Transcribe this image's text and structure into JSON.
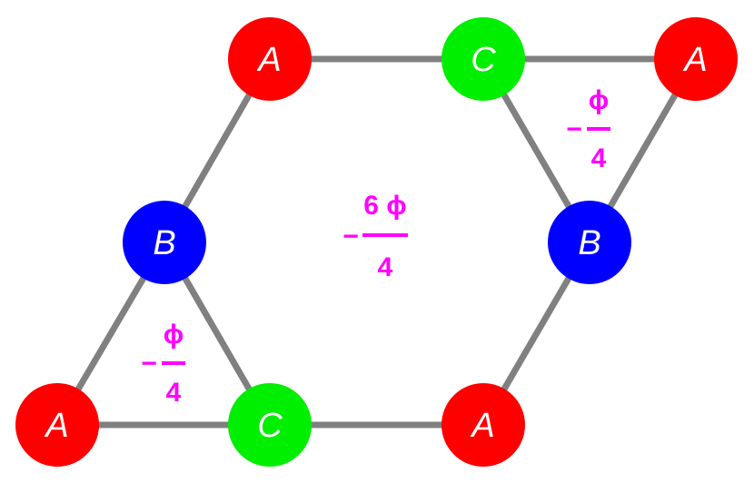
{
  "colors": {
    "A": "#ff0000",
    "B": "#0000ff",
    "C": "#00ee00",
    "edge": "#808080",
    "flux": "#ff00ff"
  },
  "nodes": [
    {
      "id": "A1",
      "label": "A",
      "type": "A"
    },
    {
      "id": "C1",
      "label": "C",
      "type": "C"
    },
    {
      "id": "A2",
      "label": "A",
      "type": "A"
    },
    {
      "id": "B1",
      "label": "B",
      "type": "B"
    },
    {
      "id": "B2",
      "label": "B",
      "type": "B"
    },
    {
      "id": "A3",
      "label": "A",
      "type": "A"
    },
    {
      "id": "C2",
      "label": "C",
      "type": "C"
    },
    {
      "id": "A4",
      "label": "A",
      "type": "A"
    }
  ],
  "edges": [
    [
      "A1",
      "C1"
    ],
    [
      "C1",
      "A2"
    ],
    [
      "A1",
      "B1"
    ],
    [
      "C1",
      "B2"
    ],
    [
      "A2",
      "B2"
    ],
    [
      "B1",
      "A3"
    ],
    [
      "B1",
      "C2"
    ],
    [
      "A3",
      "C2"
    ],
    [
      "C2",
      "A4"
    ],
    [
      "B2",
      "A4"
    ]
  ],
  "fluxes": {
    "hexagon": {
      "sign": "−",
      "numerator": "6 ϕ",
      "denominator": "4"
    },
    "triangle_right": {
      "sign": "−",
      "numerator": "ϕ",
      "denominator": "4"
    },
    "triangle_left": {
      "sign": "−",
      "numerator": "ϕ",
      "denominator": "4"
    }
  }
}
